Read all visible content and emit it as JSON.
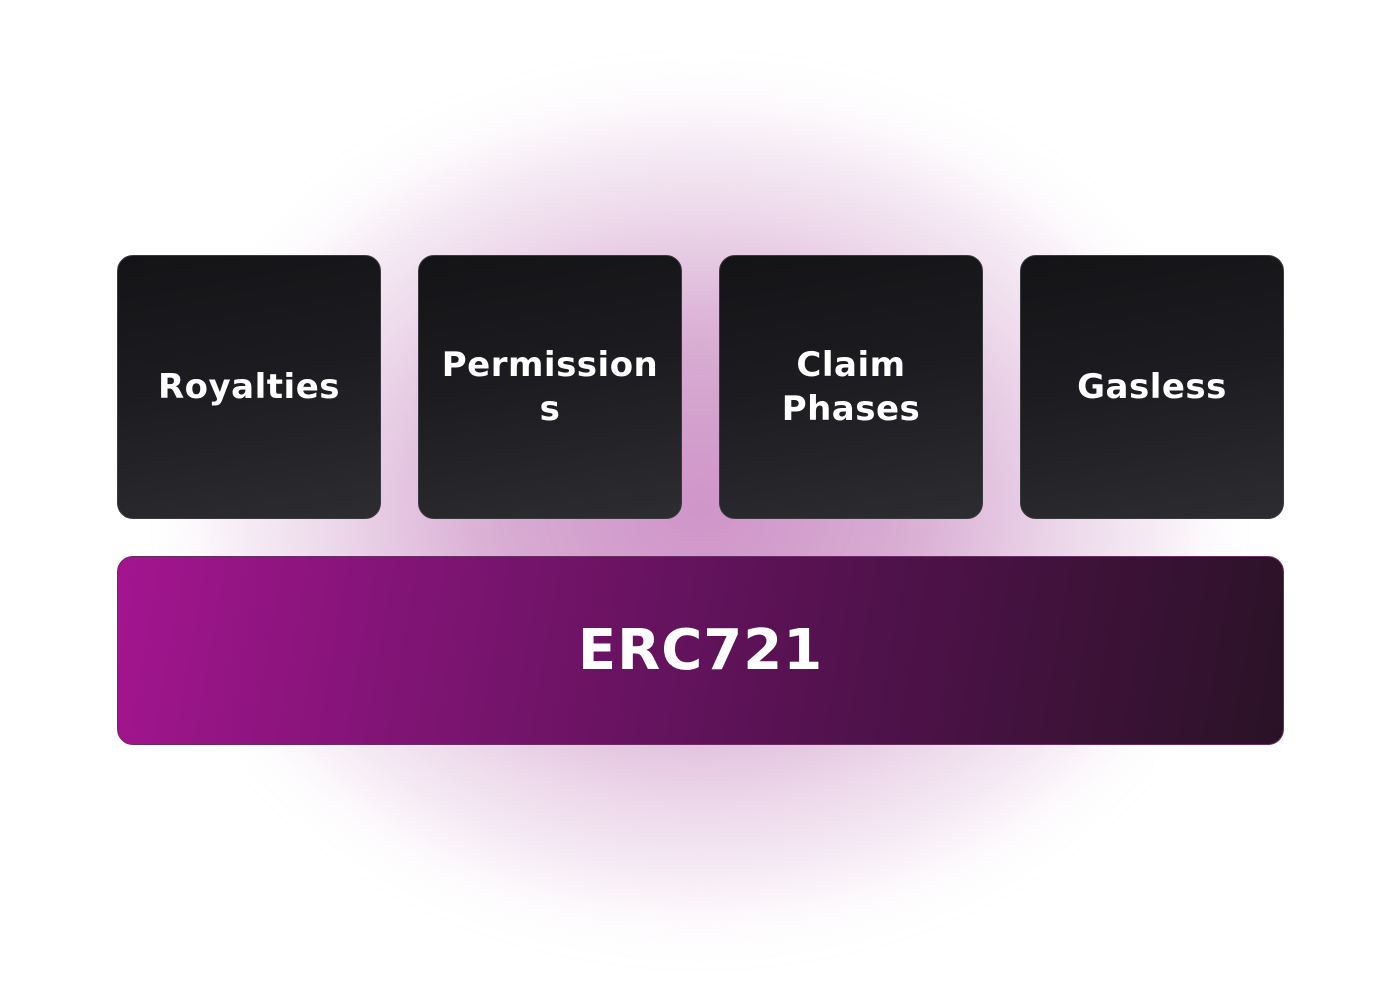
{
  "modules": [
    {
      "label": "Royalties"
    },
    {
      "label": "Permissions"
    },
    {
      "label": "Claim Phases"
    },
    {
      "label": "Gasless"
    }
  ],
  "base": {
    "label": "ERC721"
  },
  "colors": {
    "glow": "#c88fc3",
    "module_bg": "#1a1a1d",
    "base_start": "#a3158f",
    "base_end": "#2a1226",
    "text": "#ffffff"
  }
}
